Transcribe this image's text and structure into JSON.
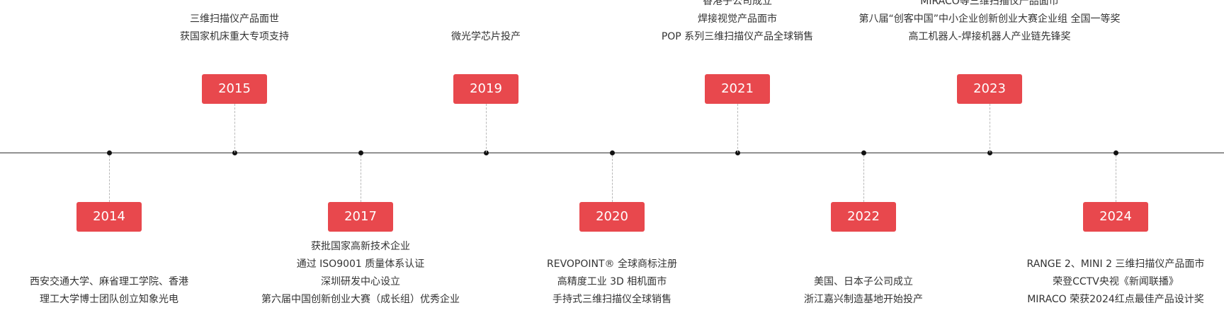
{
  "accent": "#e8484d",
  "milestones": [
    {
      "year": "2014",
      "position": "below",
      "lines": [
        "西安交通大学、麻省理工学院、香港",
        "理工大学博士团队创立知象光电"
      ]
    },
    {
      "year": "2015",
      "position": "above",
      "lines": [
        "三维扫描仪产品面世",
        "获国家机床重大专项支持"
      ]
    },
    {
      "year": "2017",
      "position": "below",
      "lines": [
        "获批国家高新技术企业",
        "通过 ISO9001 质量体系认证",
        "深圳研发中心设立",
        "第六届中国创新创业大赛（成长组）优秀企业"
      ]
    },
    {
      "year": "2019",
      "position": "above",
      "lines": [
        "微光学芯片投产"
      ]
    },
    {
      "year": "2020",
      "position": "below",
      "lines": [
        "REVOPOINT® 全球商标注册",
        "高精度工业 3D 相机面市",
        "手持式三维扫描仪全球销售"
      ]
    },
    {
      "year": "2021",
      "position": "above",
      "lines": [
        "香港子公司成立",
        "焊接视觉产品面市",
        "POP 系列三维扫描仪产品全球销售"
      ]
    },
    {
      "year": "2022",
      "position": "below",
      "lines": [
        "美国、日本子公司成立",
        "浙江嘉兴制造基地开始投产"
      ]
    },
    {
      "year": "2023",
      "position": "above",
      "lines": [
        "MIRACO等三维扫描仪产品面市",
        "第八届“创客中国”中小企业创新创业大赛企业组 全国一等奖",
        "高工机器人-焊接机器人产业链先锋奖"
      ]
    },
    {
      "year": "2024",
      "position": "below",
      "lines": [
        "RANGE 2、MINI 2 三维扫描仪产品面市",
        "荣登CCTV央视《新闻联播》",
        "MIRACO 荣获2024红点最佳产品设计奖"
      ]
    }
  ]
}
